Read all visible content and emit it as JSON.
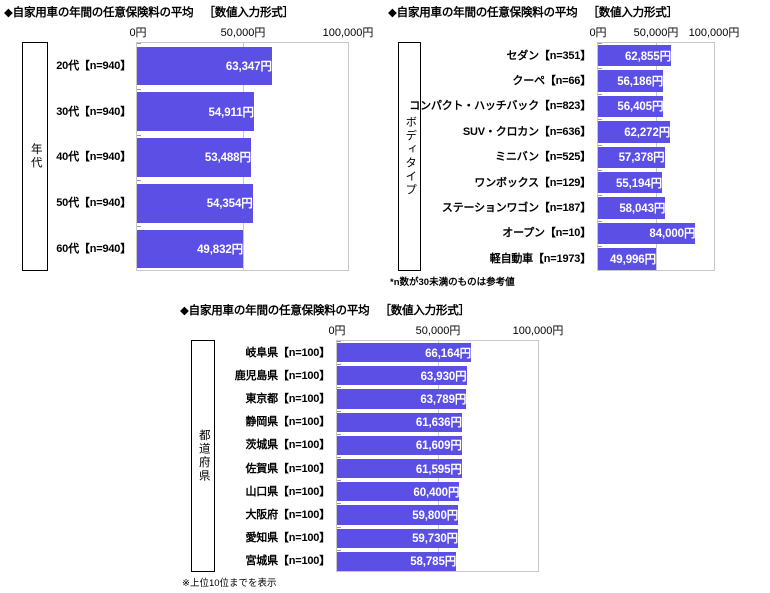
{
  "page": {
    "bar_color": "#5B4FE6",
    "plot_border_color": "#c8c8c8"
  },
  "charts": [
    {
      "id": "age",
      "title": "◆自家用車の年間の任意保険料の平均",
      "format_label": "［数値入力形式］",
      "group_label": "年代",
      "axis": {
        "ticks": [
          "0円",
          "50,000円",
          "100,000円"
        ],
        "values": [
          0,
          50000,
          100000
        ],
        "min": 0,
        "max": 100000
      },
      "chart_data": {
        "type": "bar",
        "title": "◆自家用車の年間の任意保険料の平均　［数値入力形式］",
        "xlabel": "",
        "ylabel": "年代",
        "xlim": [
          0,
          100000
        ],
        "orientation": "horizontal",
        "grid": true,
        "legend": "none",
        "categories": [
          "20代【n=940】",
          "30代【n=940】",
          "40代【n=940】",
          "50代【n=940】",
          "60代【n=940】"
        ],
        "values": [
          63347,
          54911,
          53488,
          54354,
          49832
        ],
        "value_labels": [
          "63,347円",
          "54,911円",
          "53,488円",
          "54,354円",
          "49,832円"
        ]
      },
      "footnote": ""
    },
    {
      "id": "bodytype",
      "title": "◆自家用車の年間の任意保険料の平均",
      "format_label": "［数値入力形式］",
      "group_label": "ボディタイプ",
      "axis": {
        "ticks": [
          "0円",
          "50,000円",
          "100,000円"
        ],
        "values": [
          0,
          50000,
          100000
        ],
        "min": 0,
        "max": 100000
      },
      "chart_data": {
        "type": "bar",
        "title": "◆自家用車の年間の任意保険料の平均　［数値入力形式］",
        "xlabel": "",
        "ylabel": "ボディタイプ",
        "xlim": [
          0,
          100000
        ],
        "orientation": "horizontal",
        "grid": true,
        "legend": "none",
        "categories": [
          "セダン【n=351】",
          "クーペ【n=66】",
          "コンパクト・ハッチバック【n=823】",
          "SUV・クロカン【n=636】",
          "ミニバン【n=525】",
          "ワンボックス【n=129】",
          "ステーションワゴン【n=187】",
          "オープン【n=10】",
          "軽自動車【n=1973】"
        ],
        "values": [
          62855,
          56186,
          56405,
          62272,
          57378,
          55194,
          58043,
          84000,
          49996
        ],
        "value_labels": [
          "62,855円",
          "56,186円",
          "56,405円",
          "62,272円",
          "57,378円",
          "55,194円",
          "58,043円",
          "84,000円",
          "49,996円"
        ]
      },
      "footnote": "*n数が30未満のものは参考値"
    },
    {
      "id": "prefecture",
      "title": "◆自家用車の年間の任意保険料の平均",
      "format_label": "［数値入力形式］",
      "group_label": "都道府県",
      "axis": {
        "ticks": [
          "0円",
          "50,000円",
          "100,000円"
        ],
        "values": [
          0,
          50000,
          100000
        ],
        "min": 0,
        "max": 100000
      },
      "chart_data": {
        "type": "bar",
        "title": "◆自家用車の年間の任意保険料の平均　［数値入力形式］",
        "xlabel": "",
        "ylabel": "都道府県",
        "xlim": [
          0,
          100000
        ],
        "orientation": "horizontal",
        "grid": true,
        "legend": "none",
        "categories": [
          "岐阜県【n=100】",
          "鹿児島県【n=100】",
          "東京都【n=100】",
          "静岡県【n=100】",
          "茨城県【n=100】",
          "佐賀県【n=100】",
          "山口県【n=100】",
          "大阪府【n=100】",
          "愛知県【n=100】",
          "宮城県【n=100】"
        ],
        "values": [
          66164,
          63930,
          63789,
          61636,
          61609,
          61595,
          60400,
          59800,
          59730,
          58785
        ],
        "value_labels": [
          "66,164円",
          "63,930円",
          "63,789円",
          "61,636円",
          "61,609円",
          "61,595円",
          "60,400円",
          "59,800円",
          "59,730円",
          "58,785円"
        ]
      },
      "footnote": "※上位10位までを表示"
    }
  ]
}
